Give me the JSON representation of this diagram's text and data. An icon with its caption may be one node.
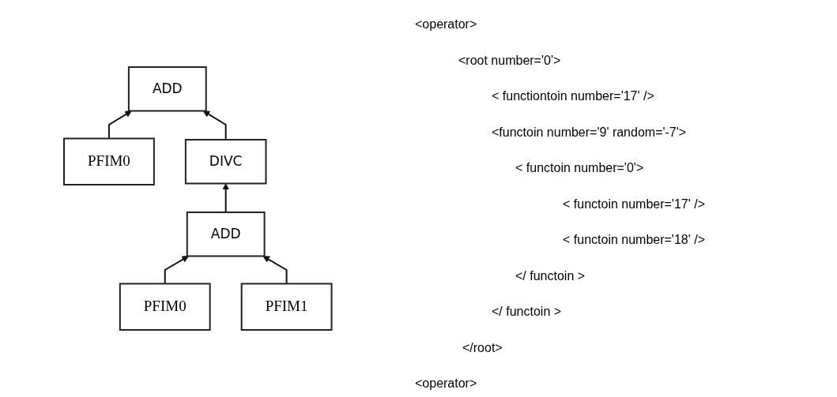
{
  "diagram": {
    "nodes": [
      {
        "text": [
          "ADD"
        ]
      },
      {
        "text": [
          "PFIM0"
        ]
      },
      {
        "text": [
          "DIVC"
        ]
      },
      {
        "text": [
          "ADD"
        ]
      },
      {
        "text": [
          "PFIM0"
        ]
      },
      {
        "text": [
          "PFIM1"
        ]
      }
    ],
    "edges": [
      {
        "from": 1,
        "to": 0,
        "arrow": "to"
      },
      {
        "from": 2,
        "to": 0,
        "arrow": "to"
      },
      {
        "from": 3,
        "to": 2,
        "arrow": "to"
      },
      {
        "from": 4,
        "to": 3,
        "arrow": "to"
      },
      {
        "from": 5,
        "to": 3,
        "arrow": "to"
      }
    ],
    "labels": [
      "<operator>",
      "<root number='0'>",
      "< functiontoin number='17' />",
      "<functoin number='9' random='-7'>",
      "< functoin number='0'>",
      "< functoin number='17' />",
      "< functoin number='18' />",
      "</ functoin >",
      "</ functoin >",
      "</root>",
      "<operator>"
    ]
  }
}
